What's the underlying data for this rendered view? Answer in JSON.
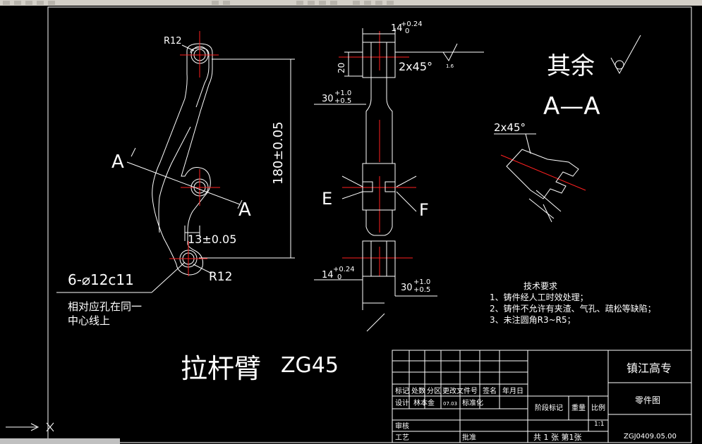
{
  "drawing": {
    "title": "拉杆臂",
    "material": "ZG45",
    "rest_surface": "其余",
    "section": "A—A",
    "section_letter_a1": "A",
    "section_letter_a2": "A",
    "letter_e": "E",
    "letter_f": "F",
    "dim_r12_top": "R12",
    "dim_r12_bottom": "R12",
    "dim_180": "180±0.05",
    "dim_13": "13±0.05",
    "dim_holes": "6-⌀12c11",
    "hole_note_line1": "相对应孔在同一",
    "hole_note_line2": "中心线上",
    "dim_14_top_base": "14",
    "dim_14_top_up": "+0.24",
    "dim_14_top_low": "0",
    "dim_20": "20",
    "dim_chamfer_top": "2x45°",
    "dim_30_top_base": "30",
    "dim_30_top_up": "+1.0",
    "dim_30_top_low": "+0.5",
    "dim_14_bot_base": "14",
    "dim_14_bot_up": "+0.24",
    "dim_14_bot_low": "0",
    "dim_30_bot_base": "30",
    "dim_30_bot_up": "+1.0",
    "dim_30_bot_low": "+0.5",
    "dim_chamfer_section": "2x45°",
    "roughness_top": "1.6"
  },
  "tech": {
    "heading": "技术要求",
    "items": [
      "1、铸件经人工时效处理；",
      "2、铸件不允许有夹渣、气孔、疏松等缺陷；",
      "3、未注圆角R3~R5；"
    ]
  },
  "titleblock": {
    "school": "镇江高专",
    "drawing_type": "零件图",
    "code": "ZGJ0409.05.00",
    "h_mark": "标记",
    "h_count": "处数",
    "h_zone": "分区",
    "h_doc": "更改文件号",
    "h_sign": "签名",
    "h_date": "年月日",
    "r_design": "设计",
    "r_designer": "林本金",
    "r_date": "07.03",
    "r_std": "标准化",
    "r_check": "审核",
    "r_process": "工艺",
    "r_approve": "批准",
    "stage": "阶段标记",
    "weight": "重量",
    "scale_label": "比例",
    "scale": "1:1",
    "sheets": "共 1 张 第1张"
  }
}
